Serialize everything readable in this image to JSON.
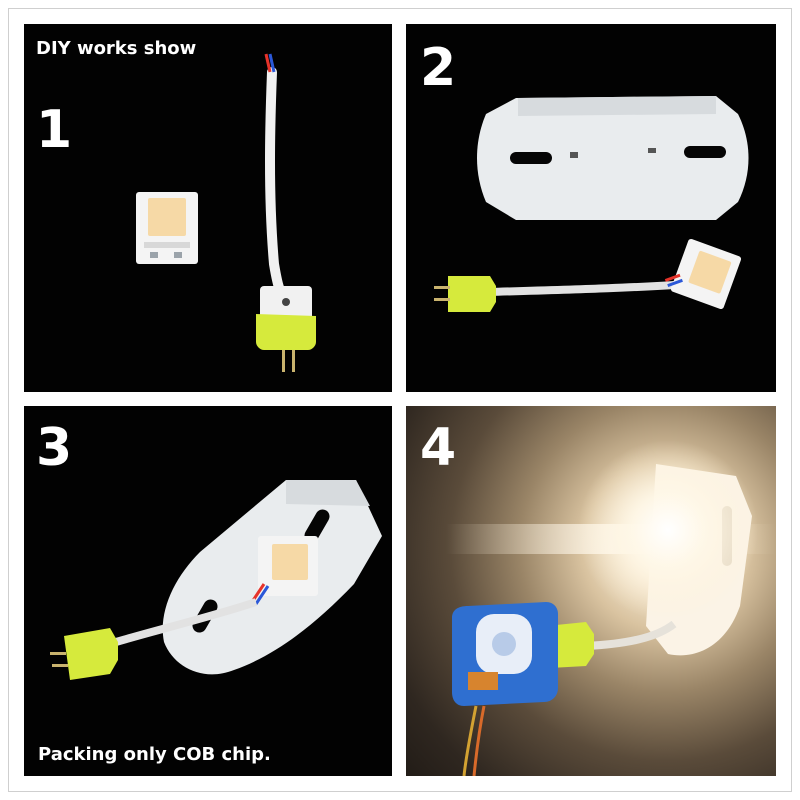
{
  "panels": [
    {
      "number": "1",
      "caption": "DIY works show"
    },
    {
      "number": "2"
    },
    {
      "number": "3",
      "caption": "Packing only COB chip."
    },
    {
      "number": "4"
    }
  ],
  "colors": {
    "background": "#020202",
    "chip_board": "#f4f4f4",
    "chip_phosphor": "#f6d9a6",
    "plug_green": "#d6ea3c",
    "reflector": "#e9ecee",
    "driver_blue": "#2f6fd0"
  }
}
